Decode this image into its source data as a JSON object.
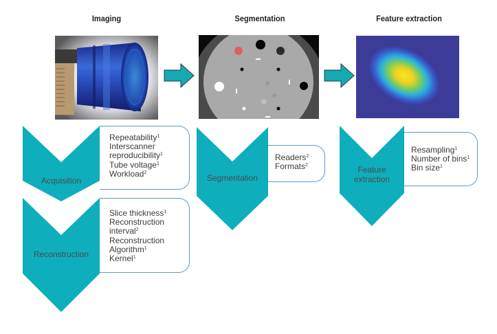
{
  "columns": [
    {
      "title": "Imaging"
    },
    {
      "title": "Segmentation"
    },
    {
      "title": "Feature extraction"
    }
  ],
  "images": {
    "imaging": {
      "icon": "ct-phantom-photo"
    },
    "segmentation": {
      "icon": "ct-slice-image"
    },
    "feature_extraction": {
      "icon": "heatmap-image"
    }
  },
  "steps": {
    "acquisition": {
      "label": "Acquisition",
      "items": [
        {
          "text": "Repeatability",
          "sup": "1"
        },
        {
          "text": "Interscanner",
          "sup": ""
        },
        {
          "text": "reproducibility",
          "sup": "1"
        },
        {
          "text": "Tube voltage",
          "sup": "1"
        },
        {
          "text": "Workload",
          "sup": "2"
        }
      ]
    },
    "reconstruction": {
      "label": "Reconstruction",
      "items": [
        {
          "text": "Slice thickness",
          "sup": "1"
        },
        {
          "text": "Reconstruction",
          "sup": ""
        },
        {
          "text": "interval",
          "sup": "2"
        },
        {
          "text": "Reconstruction",
          "sup": ""
        },
        {
          "text": "Algorithm",
          "sup": "1"
        },
        {
          "text": "Kernel",
          "sup": "1"
        }
      ]
    },
    "segmentation": {
      "label": "Segmentation",
      "items": [
        {
          "text": "Readers",
          "sup": "2"
        },
        {
          "text": "Formats",
          "sup": "2"
        }
      ]
    },
    "feature_extraction": {
      "label_line1": "Feature",
      "label_line2": "extraction",
      "items": [
        {
          "text": "Resampling",
          "sup": "1"
        },
        {
          "text": "Number of bins",
          "sup": "1"
        },
        {
          "text": "Bin size",
          "sup": "1"
        }
      ]
    }
  },
  "colors": {
    "teal": "#0eaebd",
    "box_border": "#5b9bc7",
    "arrow_fill": "#16a9b4"
  }
}
